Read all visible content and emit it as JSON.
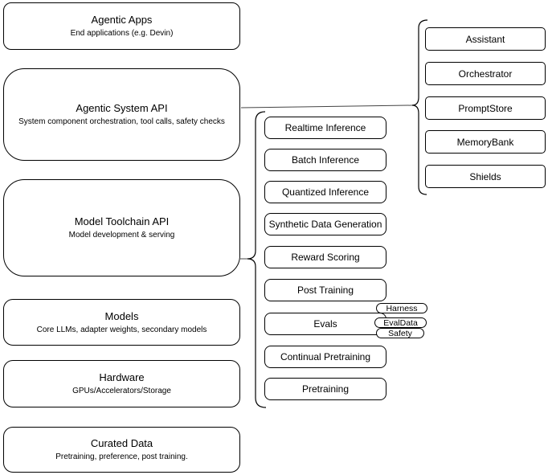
{
  "diagram": {
    "left_stack": [
      {
        "title": "Agentic Apps",
        "subtitle": "End applications (e.g. Devin)"
      },
      {
        "title": "Agentic System API",
        "subtitle": "System component orchestration, tool calls, safety checks"
      },
      {
        "title": "Model Toolchain API",
        "subtitle": "Model development & serving"
      },
      {
        "title": "Models",
        "subtitle": "Core LLMs, adapter weights, secondary models"
      },
      {
        "title": "Hardware",
        "subtitle": "GPUs/Accelerators/Storage"
      },
      {
        "title": "Curated Data",
        "subtitle": "Pretraining, preference, post training."
      }
    ],
    "toolchain_services": [
      {
        "label": "Realtime Inference"
      },
      {
        "label": "Batch Inference"
      },
      {
        "label": "Quantized Inference"
      },
      {
        "label": "Synthetic Data Generation"
      },
      {
        "label": "Reward Scoring"
      },
      {
        "label": "Post Training"
      },
      {
        "label": "Evals"
      },
      {
        "label": "Continual Pretraining"
      },
      {
        "label": "Pretraining"
      }
    ],
    "agentic_system_components": [
      {
        "label": "Assistant"
      },
      {
        "label": "Orchestrator"
      },
      {
        "label": "PromptStore"
      },
      {
        "label": "MemoryBank"
      },
      {
        "label": "Shields"
      }
    ],
    "eval_pills": [
      {
        "label": "Harness"
      },
      {
        "label": "EvalData"
      },
      {
        "label": "Safety"
      }
    ],
    "colors": {
      "stroke": "#000000",
      "fill": "#ffffff",
      "text": "#000000",
      "background": "#ffffff"
    }
  }
}
